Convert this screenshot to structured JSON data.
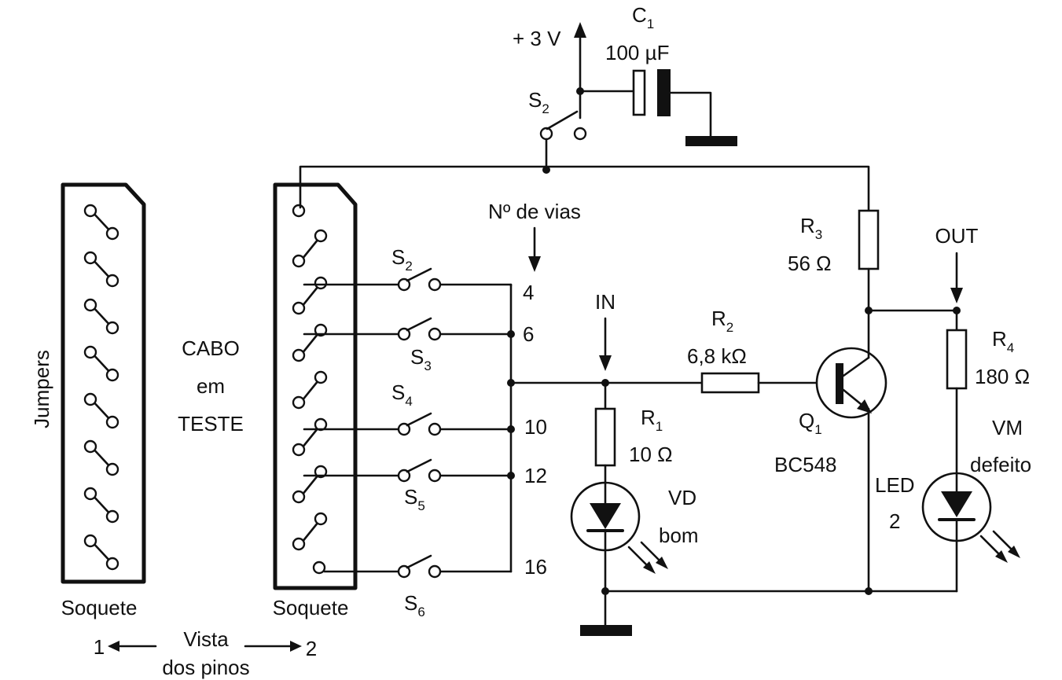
{
  "supply": {
    "label": "+ 3 V"
  },
  "capacitor": {
    "ref": "C",
    "ref_sub": "1",
    "value": "100 µF"
  },
  "power_switch": {
    "ref": "S",
    "ref_sub": "2"
  },
  "sockets": {
    "jumpers_title": "Jumpers",
    "left_label": "Soquete",
    "right_label": "Soquete",
    "cable_line1": "CABO",
    "cable_line2": "em",
    "cable_line3": "TESTE"
  },
  "ways": {
    "title": "Nº de vias",
    "values": [
      "4",
      "6",
      "10",
      "12",
      "16"
    ]
  },
  "selector_switches": [
    {
      "ref": "S",
      "sub": "2"
    },
    {
      "ref": "S",
      "sub": "3"
    },
    {
      "ref": "S",
      "sub": "4"
    },
    {
      "ref": "S",
      "sub": "5"
    },
    {
      "ref": "S",
      "sub": "6"
    }
  ],
  "input_label": "IN",
  "output_label": "OUT",
  "r1": {
    "ref": "R",
    "sub": "1",
    "value": "10 Ω"
  },
  "r2": {
    "ref": "R",
    "sub": "2",
    "value": "6,8 kΩ"
  },
  "r3": {
    "ref": "R",
    "sub": "3",
    "value": "56 Ω"
  },
  "r4": {
    "ref": "R",
    "sub": "4",
    "value": "180 Ω"
  },
  "transistor": {
    "ref": "Q",
    "sub": "1",
    "part": "BC548"
  },
  "led_green": {
    "line1": "VD",
    "line2": "bom"
  },
  "led_red": {
    "line1": "VM",
    "line2": "defeito"
  },
  "led2_label": {
    "line1": "LED",
    "line2": "2"
  },
  "pin_view": {
    "from": "1",
    "line1": "Vista",
    "line2": "dos pinos",
    "to": "2"
  }
}
